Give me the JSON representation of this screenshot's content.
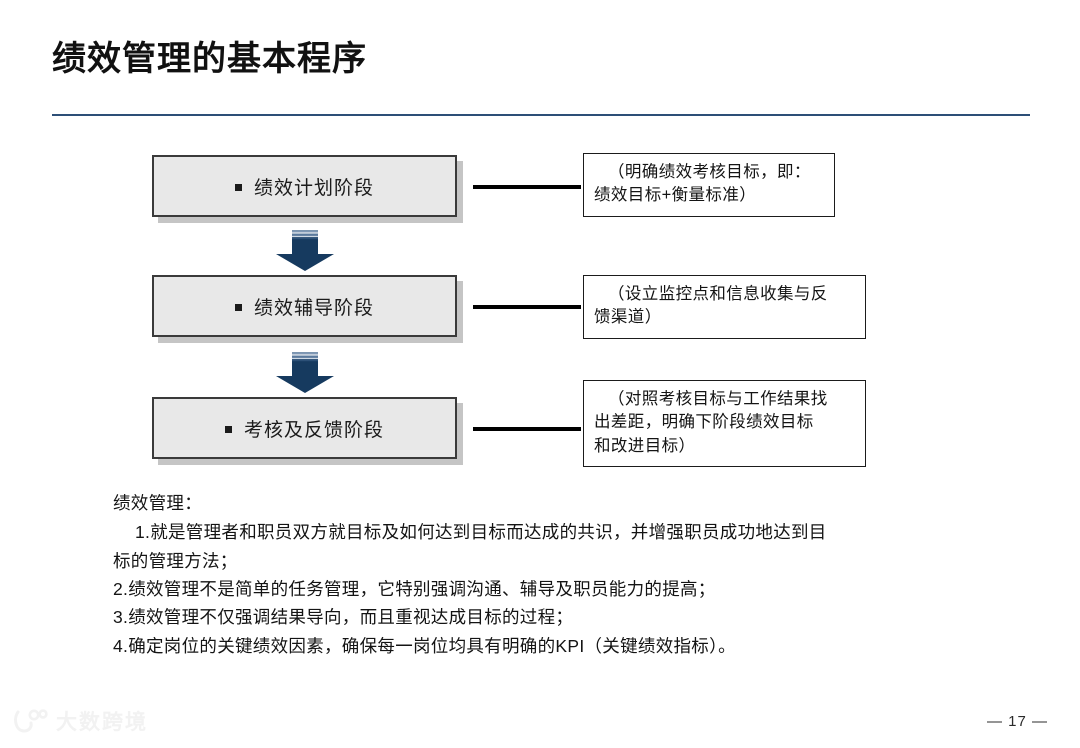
{
  "slide": {
    "title": "绩效管理的基本程序",
    "page_number": "— 17 —",
    "accent_color": "#2d4f77",
    "arrow_color": "#163a5f",
    "box_fill": "#e8e8e8",
    "box_border": "#3a3a3a"
  },
  "flow": {
    "stages": [
      {
        "label": "绩效计划阶段",
        "bullet": "square-bullet-icon"
      },
      {
        "label": "绩效辅导阶段",
        "bullet": "square-bullet-icon"
      },
      {
        "label": "考核及反馈阶段",
        "bullet": "square-bullet-icon"
      }
    ],
    "arrows": [
      {
        "name": "down-arrow-icon"
      },
      {
        "name": "down-arrow-icon"
      }
    ],
    "notes": [
      {
        "line1": "（明确绩效考核目标，即：",
        "line2": "绩效目标+衡量标准）"
      },
      {
        "line1": "（设立监控点和信息收集与反",
        "line2": "馈渠道）"
      },
      {
        "line1": "（对照考核目标与工作结果找",
        "line2": "出差距，明确下阶段绩效目标",
        "line3": "和改进目标）"
      }
    ]
  },
  "body": {
    "lead": "绩效管理：",
    "item1_line1": "1.就是管理者和职员双方就目标及如何达到目标而达成的共识，并增强职员成功地达到目",
    "item1_line2": "标的管理方法；",
    "item2": "2.绩效管理不是简单的任务管理，它特别强调沟通、辅导及职员能力的提高；",
    "item3": "3.绩效管理不仅强调结果导向，而且重视达成目标的过程；",
    "item4": "4.确定岗位的关键绩效因素，确保每一岗位均具有明确的KPI（关键绩效指标）。"
  },
  "watermark": {
    "text": "大数跨境",
    "icon": "brand-logo-icon"
  }
}
